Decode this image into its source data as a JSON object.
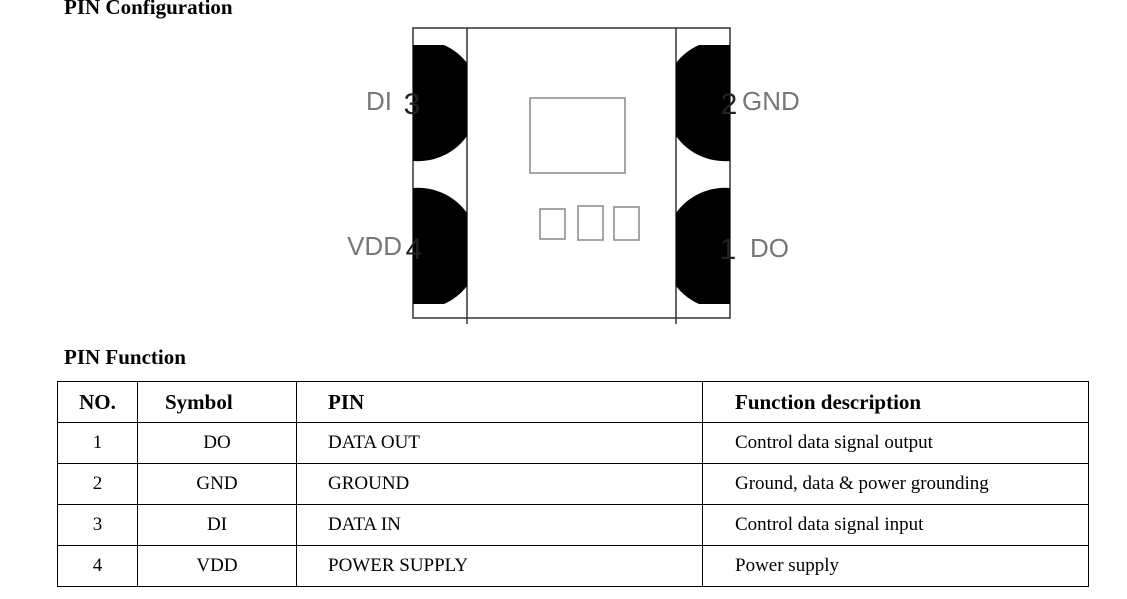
{
  "sections": {
    "config_title": "PIN Configuration",
    "function_title": "PIN Function"
  },
  "diagram": {
    "pins": [
      {
        "number": "3",
        "label": "DI"
      },
      {
        "number": "4",
        "label": "VDD"
      },
      {
        "number": "2",
        "label": "GND"
      },
      {
        "number": "1",
        "label": "DO"
      }
    ]
  },
  "table": {
    "headers": {
      "no": "NO.",
      "symbol": "Symbol",
      "pin": "PIN",
      "function": "Function description"
    },
    "rows": [
      {
        "no": "1",
        "symbol": "DO",
        "pin": "DATA OUT",
        "function": "Control data signal output"
      },
      {
        "no": "2",
        "symbol": "GND",
        "pin": "GROUND",
        "function": "Ground, data & power grounding"
      },
      {
        "no": "3",
        "symbol": "DI",
        "pin": "DATA IN",
        "function": "Control data signal input"
      },
      {
        "no": "4",
        "symbol": "VDD",
        "pin": "POWER SUPPLY",
        "function": "Power supply"
      }
    ]
  }
}
